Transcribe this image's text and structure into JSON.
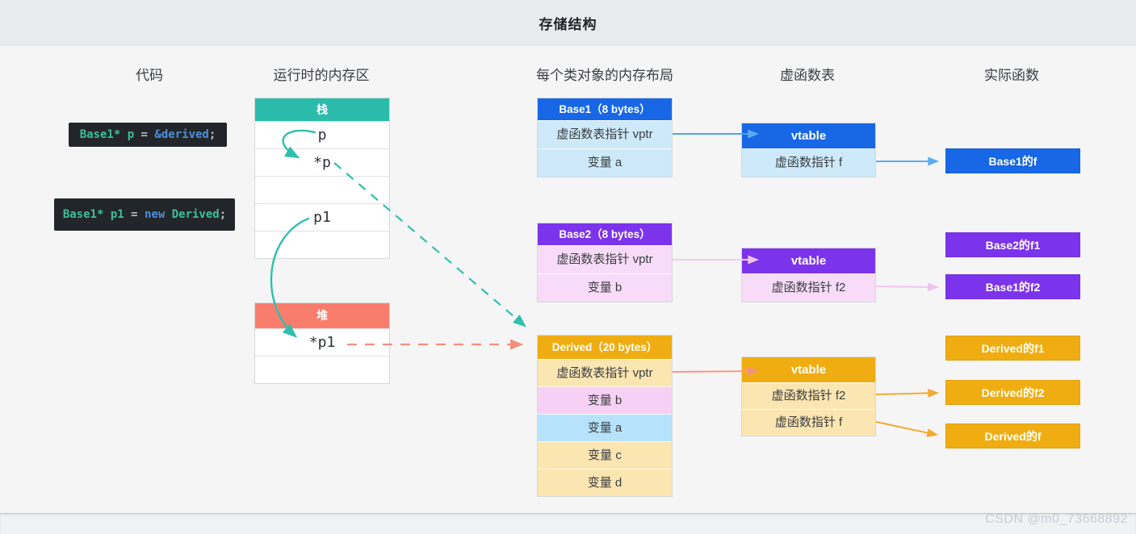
{
  "title": "存储结构",
  "watermark": "CSDN @m0_73668892",
  "column_headers": [
    "代码",
    "运行时的内存区",
    "每个类对象的内存布局",
    "虚函数表",
    "实际函数"
  ],
  "code_snippets": [
    {
      "parts": [
        {
          "text": "Base1* p"
        },
        {
          "text": " = "
        },
        {
          "text": "&derived"
        },
        {
          "text": ";"
        }
      ]
    },
    {
      "parts": [
        {
          "text": "Base1* p1"
        },
        {
          "text": " = "
        },
        {
          "text": "new"
        },
        {
          "text": " Derived"
        },
        {
          "text": ";"
        }
      ]
    }
  ],
  "memory_tables": {
    "stack": {
      "header": "栈",
      "rows": [
        "p",
        "*p",
        "",
        "p1",
        ""
      ]
    },
    "heap": {
      "header": "堆",
      "rows": [
        "*p1",
        ""
      ]
    }
  },
  "object_layouts": {
    "base1": {
      "header": "Base1（8 bytes）",
      "rows": [
        "虚函数表指针 vptr",
        "变量 a"
      ]
    },
    "base2": {
      "header": "Base2（8 bytes）",
      "rows": [
        "虚函数表指针 vptr",
        "变量 b"
      ]
    },
    "derived": {
      "header": "Derived（20 bytes）",
      "rows": [
        "虚函数表指针 vptr",
        "变量 b",
        "变量 a",
        "变量 c",
        "变量 d"
      ]
    }
  },
  "vtables": {
    "base1": {
      "header": "vtable",
      "rows": [
        "虚函数指针 f"
      ]
    },
    "base2": {
      "header": "vtable",
      "rows": [
        "虚函数指针 f2"
      ]
    },
    "derived": {
      "header": "vtable",
      "rows": [
        "虚函数指针 f2",
        "虚函数指针 f"
      ]
    }
  },
  "functions": {
    "base1_f": "Base1的f",
    "base2_f1": "Base2的f1",
    "base1_f2": "Base1的f2",
    "derived_f1": "Derived的f1",
    "derived_f2": "Derived的f2",
    "derived_f": "Derived的f"
  },
  "colors": {
    "teal": "#2BBBAB",
    "salmon": "#F97D6C",
    "blue": "#1767E6",
    "purple": "#7C33EC",
    "amber": "#F0AD12",
    "light_blue_row": "#CDE9FA",
    "light_pink_row": "#F8DBF8",
    "light_amber_row": "#FBE5B0",
    "pink_row": "#F7D0F5",
    "blue_row": "#B7E2FB",
    "arrow_teal": "#2FBFAE",
    "arrow_salmon": "#F49A84",
    "arrow_blue": "#4FA6EF",
    "arrow_pink": "#F2C9F0",
    "arrow_orange": "#F5A930",
    "code_green": "#3FBF9C",
    "code_blue": "#4E8FD9",
    "code_gray": "#B9BDC2",
    "code_bg": "#22262B",
    "titlebar_bg": "#E9EAED",
    "canvas_bg": "#F5F5F6"
  }
}
